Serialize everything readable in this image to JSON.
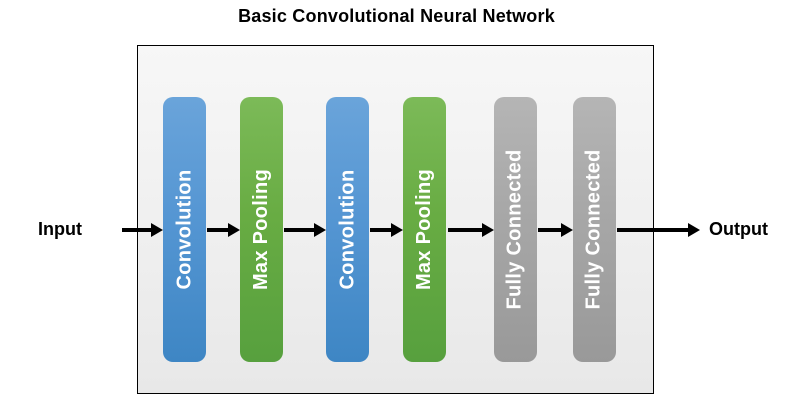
{
  "diagram": {
    "title": "Basic Convolutional Neural Network",
    "input_label": "Input",
    "output_label": "Output",
    "layers": [
      {
        "label": "Convolution",
        "type": "convolution",
        "color": "#5596d3"
      },
      {
        "label": "Max Pooling",
        "type": "max-pooling",
        "color": "#68ac43"
      },
      {
        "label": "Convolution",
        "type": "convolution",
        "color": "#5596d3"
      },
      {
        "label": "Max Pooling",
        "type": "max-pooling",
        "color": "#68ac43"
      },
      {
        "label": "Fully Connected",
        "type": "fully-connected",
        "color": "#a7a7a7"
      },
      {
        "label": "Fully Connected",
        "type": "fully-connected",
        "color": "#a7a7a7"
      }
    ],
    "colors": {
      "convolution": "#5596d3",
      "max_pooling": "#68ac43",
      "fully_connected": "#a7a7a7",
      "arrow": "#000000",
      "layer_text": "#ffffff",
      "frame_background": "#efefef",
      "frame_border": "#000000"
    }
  }
}
